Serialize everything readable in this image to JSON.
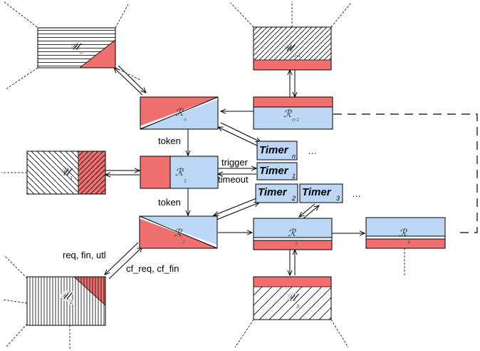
{
  "colors": {
    "red": "#f07070",
    "blue": "#bcd7f5",
    "border": "#000000"
  },
  "units": [
    {
      "symbol": "𝒰",
      "sub": "n"
    },
    {
      "symbol": "𝒰",
      "sub": "n-1"
    },
    {
      "symbol": "𝒰",
      "sub": "1"
    },
    {
      "symbol": "𝒰",
      "sub": "2"
    },
    {
      "symbol": "𝒰",
      "sub": "3"
    }
  ],
  "routers": [
    {
      "symbol": "ℛ",
      "sub": "n"
    },
    {
      "symbol": "ℛ",
      "sub": "n-1"
    },
    {
      "symbol": "ℛ",
      "sub": "1"
    },
    {
      "symbol": "ℛ",
      "sub": "2"
    },
    {
      "symbol": "ℛ",
      "sub": "3"
    },
    {
      "symbol": "ℛ",
      "sub": "4"
    }
  ],
  "timers": [
    {
      "label": "Timer",
      "sub": "n"
    },
    {
      "label": "Timer",
      "sub": "1"
    },
    {
      "label": "Timer",
      "sub": "2"
    },
    {
      "label": "Timer",
      "sub": "3"
    }
  ],
  "labels": {
    "token1": "token",
    "token2": "token",
    "trigger": "trigger",
    "timeout": "timeout",
    "req": "req, fin, utl",
    "cf": "cf_req, cf_fin",
    "dots": "…"
  }
}
